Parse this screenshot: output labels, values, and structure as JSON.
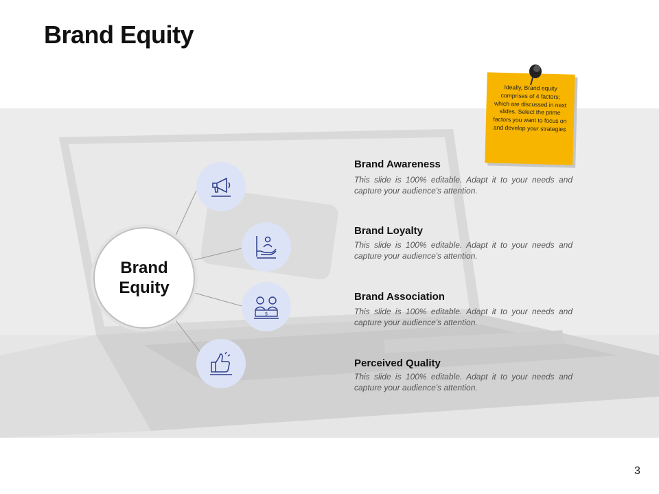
{
  "title": "Brand Equity",
  "center": {
    "label": "Brand\nEquity"
  },
  "note": {
    "text": "Ideally, Brand equity comprises of 4 factors; which are discussed in next slides. Select the prime factors you want to focus on and develop your strategies"
  },
  "items": [
    {
      "title": "Brand Awareness",
      "desc": "This slide is 100% editable. Adapt it to your needs and capture your audience's attention.",
      "icon": "megaphone-icon"
    },
    {
      "title": "Brand Loyalty",
      "desc": "This slide is 100% editable. Adapt it to your needs and capture your audience's attention.",
      "icon": "hand-person-icon"
    },
    {
      "title": "Brand Association",
      "desc": "This slide is 100% editable. Adapt it to your needs and capture your audience's attention.",
      "icon": "people-deal-icon"
    },
    {
      "title": "Perceived Quality",
      "desc": "This slide is 100% editable. Adapt it to your needs and capture your audience's attention.",
      "icon": "thumbs-up-icon"
    }
  ],
  "page_number": "3",
  "colors": {
    "accent_yellow": "#f7b500",
    "node_fill": "#dde3f6",
    "icon_stroke": "#2c3e8c"
  }
}
